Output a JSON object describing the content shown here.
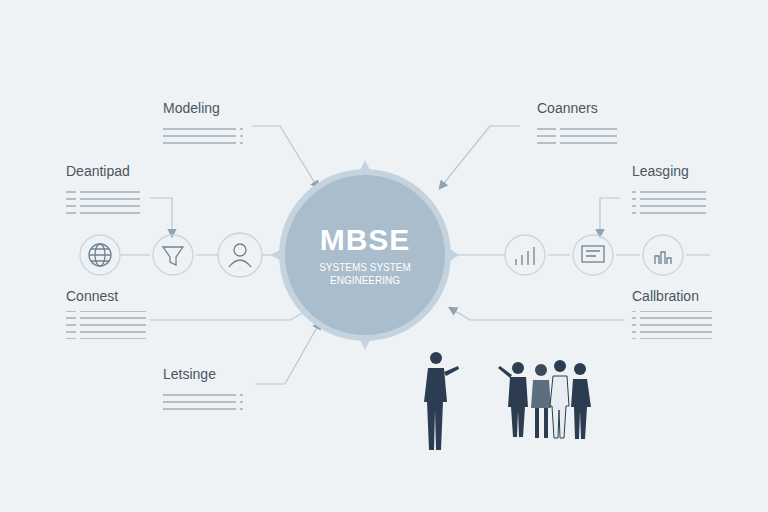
{
  "diagram": {
    "nodes": [
      {
        "text": [
          "MBSE",
          "SYSTEMS SYSTEM ENGINEERING"
        ]
      }
    ],
    "labels": [
      "Modeling",
      "Deantipad",
      "Connest",
      "Letsinge",
      "Coanners",
      "Leasging",
      "Callbration"
    ]
  }
}
